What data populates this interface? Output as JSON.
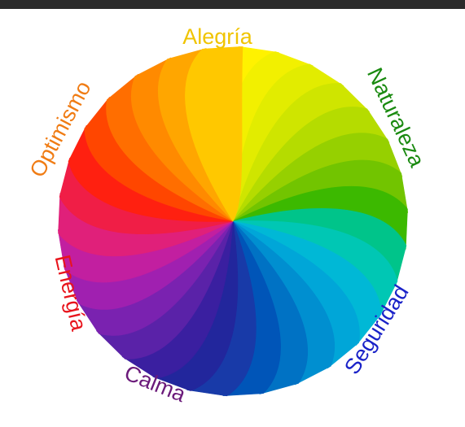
{
  "labels": [
    {
      "key": "alegria",
      "text": "Alegría",
      "color": "#f0c400"
    },
    {
      "key": "naturaleza",
      "text": "Naturaleza",
      "color": "#1a8a10"
    },
    {
      "key": "seguridad",
      "text": "Seguridad",
      "color": "#1a22c8"
    },
    {
      "key": "calma",
      "text": "Calma",
      "color": "#6b1a7a"
    },
    {
      "key": "energia",
      "text": "Energía",
      "color": "#e8141c"
    },
    {
      "key": "optimismo",
      "text": "Optimismo",
      "color": "#f07c14"
    }
  ],
  "wheel": {
    "segment_count": 30,
    "colors": [
      "#fff200",
      "#f2f000",
      "#e2ec00",
      "#cfe500",
      "#b5dc00",
      "#96d000",
      "#72c400",
      "#3cb900",
      "#00c48a",
      "#00c7b4",
      "#00b8d6",
      "#00a6d8",
      "#008fd0",
      "#0072c4",
      "#0055b8",
      "#183aa8",
      "#22269c",
      "#3a1fa0",
      "#5a22a8",
      "#7a22b0",
      "#a020b0",
      "#c21fa0",
      "#e0207a",
      "#f01e46",
      "#ff2010",
      "#ff4600",
      "#ff6e00",
      "#ff8a00",
      "#ffa600",
      "#ffc800"
    ]
  }
}
